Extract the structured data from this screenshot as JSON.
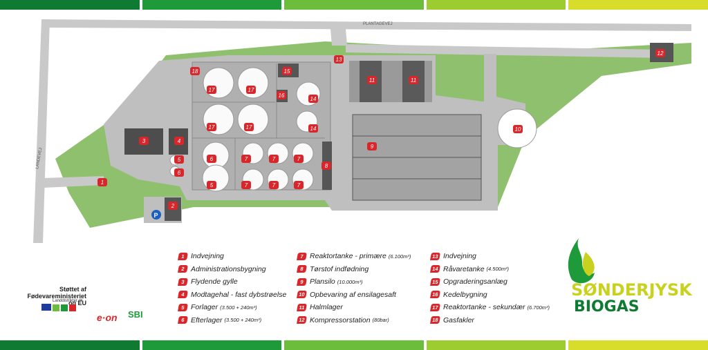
{
  "stripe_colors": [
    "#0e7a32",
    "#1e9a3a",
    "#6cbd3b",
    "#9ccc2f",
    "#d8dc2a"
  ],
  "roads": {
    "plantagevej": "PLANTAGEVEJ",
    "landevej": "LANDEVEJ"
  },
  "map_markers": [
    "1",
    "2",
    "3",
    "4",
    "5",
    "6",
    "7",
    "8",
    "9",
    "10",
    "11",
    "12",
    "13",
    "14",
    "15",
    "16",
    "17",
    "18"
  ],
  "parking_symbol": "P",
  "legend": [
    {
      "num": "1",
      "label": "Indvejning",
      "extra": ""
    },
    {
      "num": "2",
      "label": "Administrationsbygning",
      "extra": ""
    },
    {
      "num": "3",
      "label": "Flydende gylle",
      "extra": ""
    },
    {
      "num": "4",
      "label": "Modtagehal - fast dybstrøelse",
      "extra": ""
    },
    {
      "num": "5",
      "label": "Forlager",
      "extra": "(3.500 + 240m³)"
    },
    {
      "num": "6",
      "label": "Efterlager",
      "extra": "(3.500 + 240m³)"
    },
    {
      "num": "7",
      "label": "Reaktortanke - primære",
      "extra": "(6.100m³)"
    },
    {
      "num": "8",
      "label": "Tørstof indfødning",
      "extra": ""
    },
    {
      "num": "9",
      "label": "Plansilo",
      "extra": "(10.000m³)"
    },
    {
      "num": "10",
      "label": "Opbevaring af ensilagesaft",
      "extra": ""
    },
    {
      "num": "11",
      "label": "Halmlager",
      "extra": ""
    },
    {
      "num": "12",
      "label": "Kompressorstation",
      "extra": "(80bar)"
    },
    {
      "num": "13",
      "label": "Indvejning",
      "extra": ""
    },
    {
      "num": "14",
      "label": "Råvaretanke",
      "extra": "(4.500m³)"
    },
    {
      "num": "15",
      "label": "Opgraderingsanlæg",
      "extra": ""
    },
    {
      "num": "16",
      "label": "Kedelbygning",
      "extra": ""
    },
    {
      "num": "17",
      "label": "Reaktortanke - sekundær",
      "extra": "(6.700m³)"
    },
    {
      "num": "18",
      "label": "Gasfakler",
      "extra": ""
    }
  ],
  "support": {
    "line1": "Støttet af",
    "line2": "Fødevareministeriet og EU",
    "partner": "Landdistrikter.dk"
  },
  "sponsors": {
    "eon": "e·on",
    "sbi": "SBI"
  },
  "brand": {
    "line1": "SØNDERJYSK",
    "line2": "BIOGAS",
    "accent": "#0e7a32",
    "yellow": "#c8d21e"
  }
}
